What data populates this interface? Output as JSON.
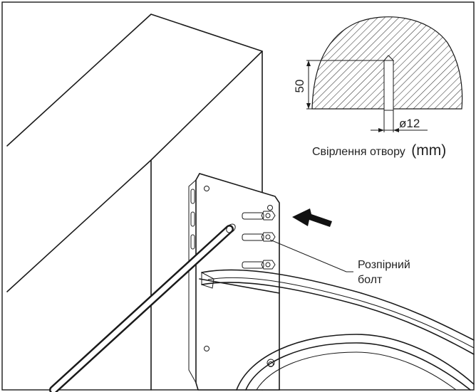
{
  "labels": {
    "dimension_depth": "50",
    "dimension_diameter": "ø12",
    "drilling_title": "Свірлення отвору",
    "drilling_unit": "(mm)",
    "bolt_line1": "Розпірний",
    "bolt_line2": "болт"
  },
  "icons": {
    "direction": "arrow-left-icon"
  },
  "colors": {
    "stroke": "#1a1a1a",
    "hatch": "#333333",
    "background": "#ffffff"
  }
}
